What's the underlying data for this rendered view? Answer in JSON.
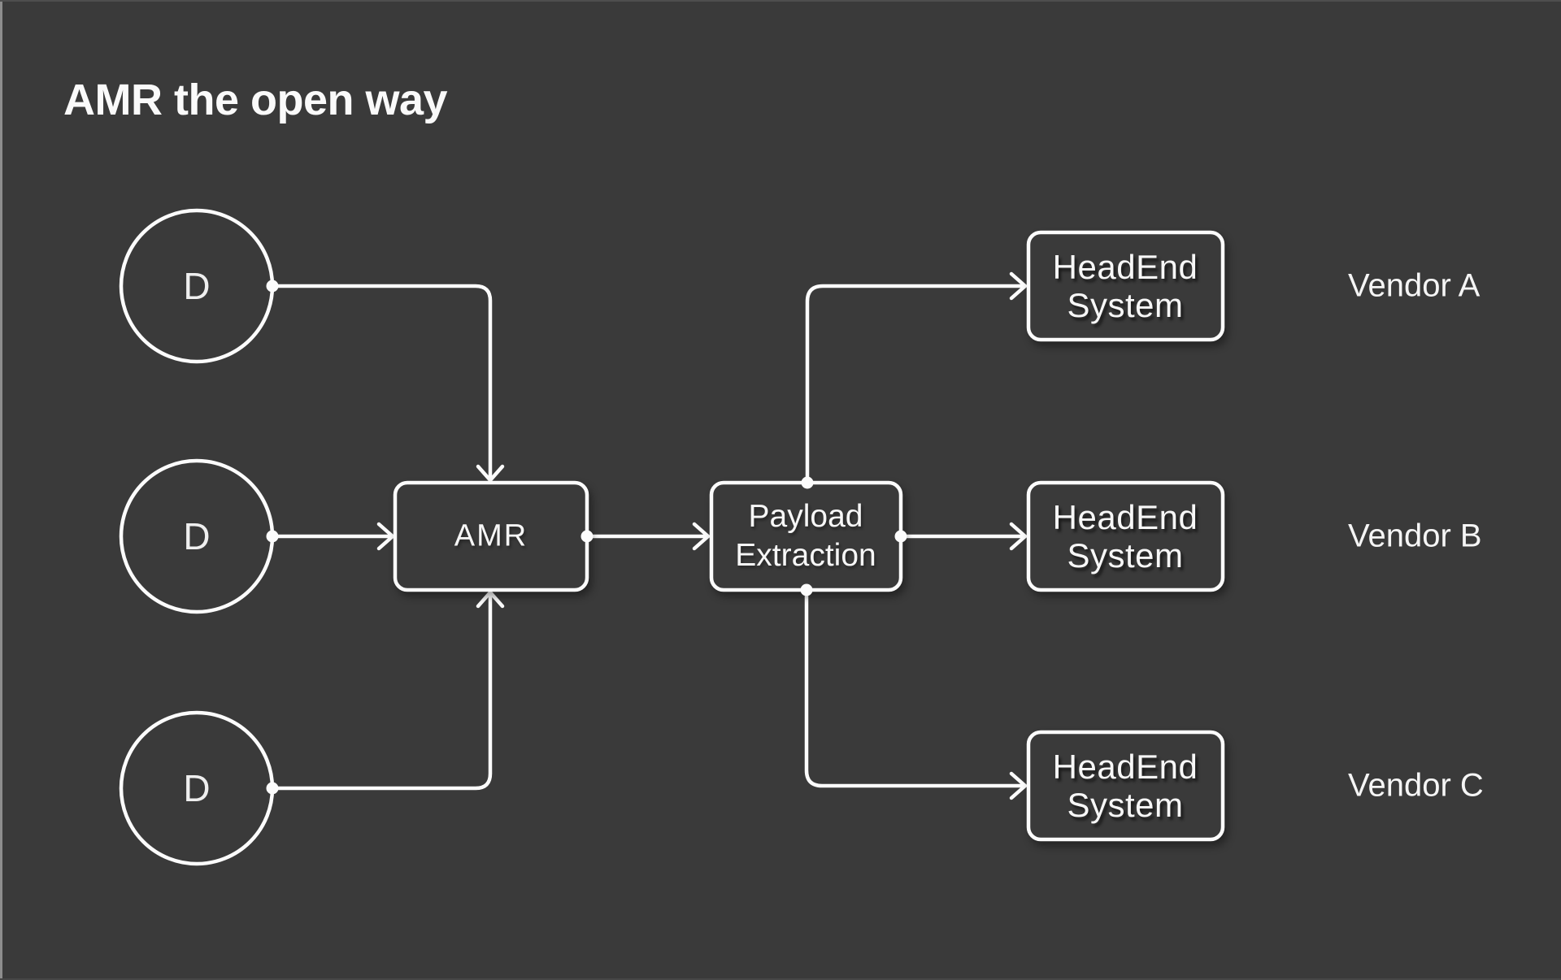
{
  "title": "AMR the open way",
  "colors": {
    "background": "#3a3a3a",
    "line": "#fcfcfc",
    "text": "#f7f7f7",
    "edge_highlight": "#8d8d8d"
  },
  "devices": [
    {
      "label": "D"
    },
    {
      "label": "D"
    },
    {
      "label": "D"
    }
  ],
  "amr": {
    "label": "AMR"
  },
  "payload": {
    "line1": "Payload",
    "line2": "Extraction"
  },
  "headends": [
    {
      "line1": "HeadEnd",
      "line2": "System"
    },
    {
      "line1": "HeadEnd",
      "line2": "System"
    },
    {
      "line1": "HeadEnd",
      "line2": "System"
    }
  ],
  "vendors": [
    {
      "label": "Vendor A"
    },
    {
      "label": "Vendor B"
    },
    {
      "label": "Vendor C"
    }
  ]
}
